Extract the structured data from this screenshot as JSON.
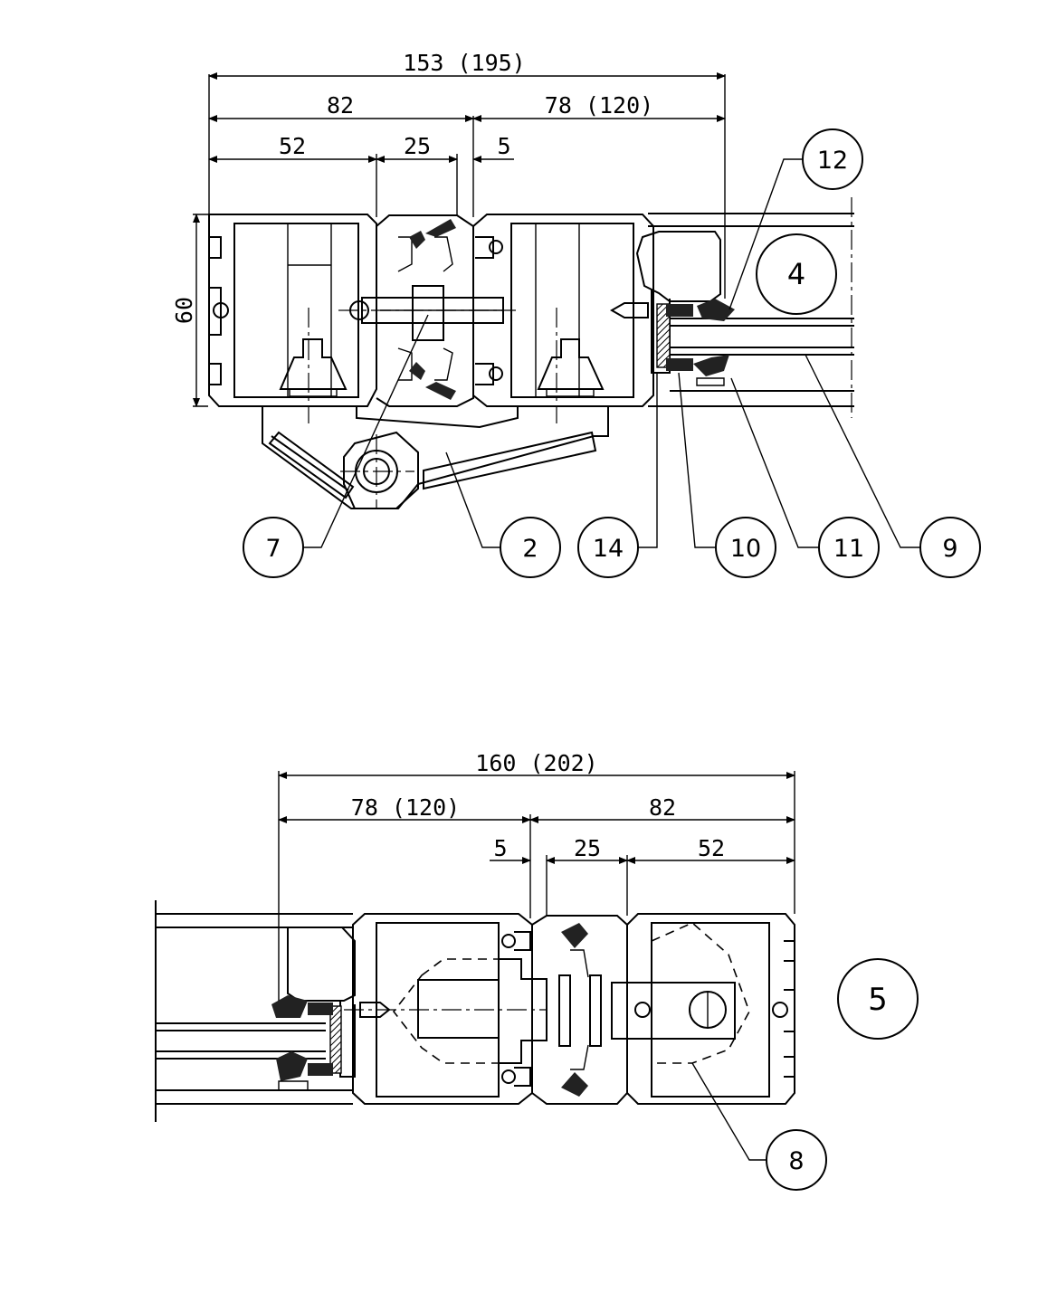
{
  "top_section": {
    "dims": {
      "overall": "153 (195)",
      "left": "82",
      "right": "78 (120)",
      "a": "52",
      "b": "25",
      "c": "5",
      "height": "60"
    },
    "callouts": [
      "12",
      "4",
      "7",
      "2",
      "14",
      "10",
      "11",
      "9"
    ]
  },
  "bottom_section": {
    "dims": {
      "overall": "160 (202)",
      "left": "78 (120)",
      "right": "82",
      "c": "5",
      "b": "25",
      "a": "52"
    },
    "callouts": [
      "5",
      "8"
    ]
  }
}
